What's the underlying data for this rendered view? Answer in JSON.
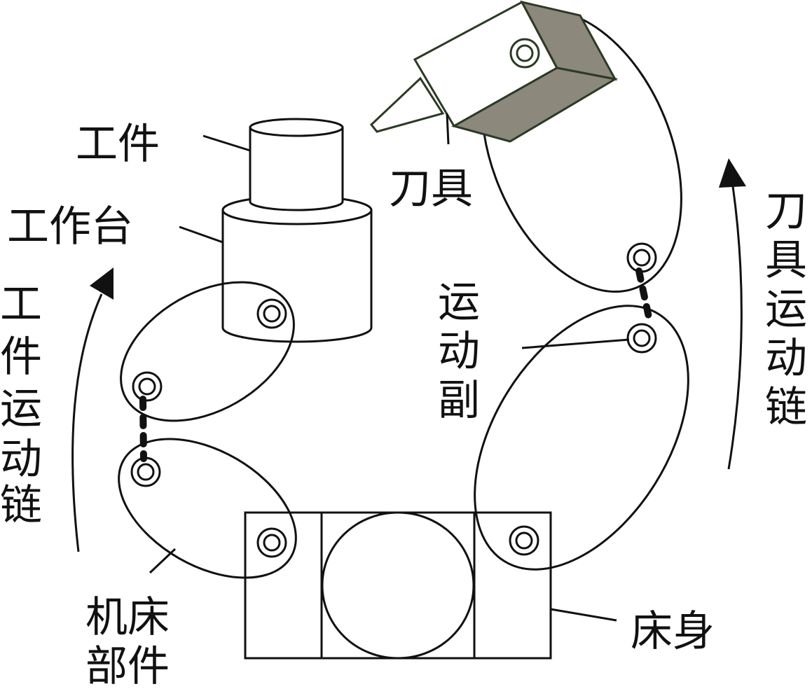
{
  "labels": {
    "workpiece": "工件",
    "worktable": "工作台",
    "tool": "刀具",
    "workpiece_chain": [
      "工",
      "件",
      "运",
      "动",
      "链"
    ],
    "motion_pair": [
      "运",
      "动",
      "副"
    ],
    "tool_chain": [
      "刀",
      "具",
      "运",
      "动",
      "链"
    ],
    "machine_parts": [
      "机床",
      "部件"
    ],
    "bed": "床身"
  },
  "colors": {
    "line": "#111111",
    "tool_face": "#8c887c",
    "tool_edge": "#2b3a24",
    "background": "#ffffff"
  }
}
